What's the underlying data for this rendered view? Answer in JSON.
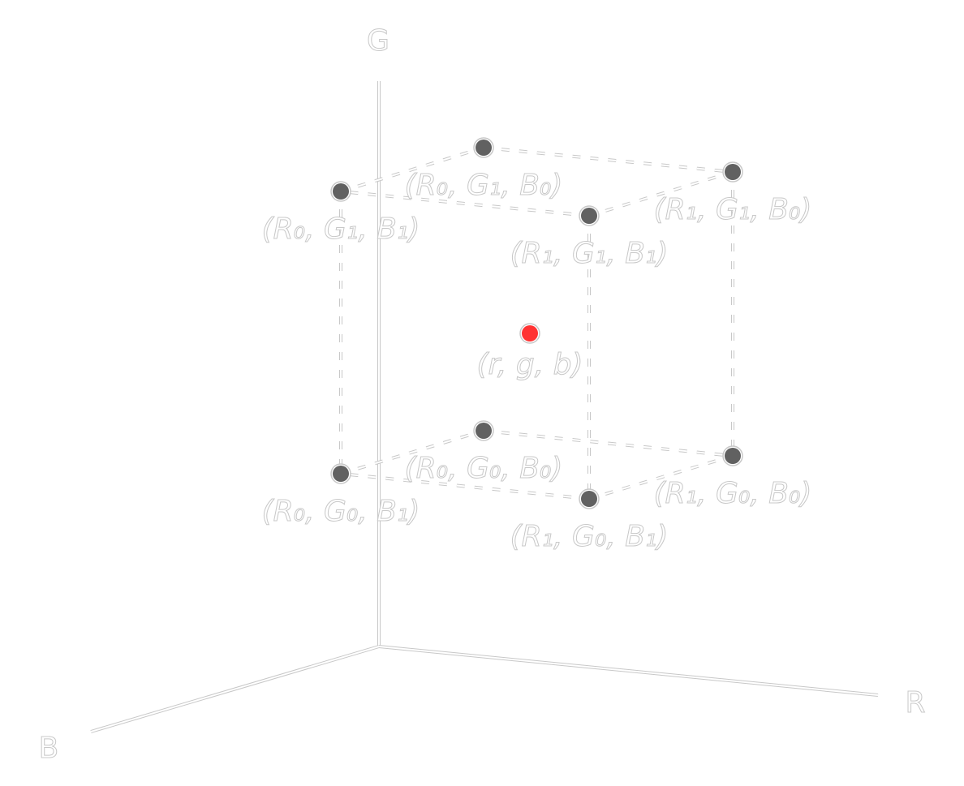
{
  "axes": {
    "g_label": "G",
    "r_label": "R",
    "b_label": "B"
  },
  "corners": [
    {
      "id": "R0G1B1",
      "label": "(R₀, G₁, B₁)"
    },
    {
      "id": "R0G1B0",
      "label": "(R₀, G₁, B₀)"
    },
    {
      "id": "R1G1B0",
      "label": "(R₁, G₁, B₀)"
    },
    {
      "id": "R1G1B1",
      "label": "(R₁, G₁, B₁)"
    },
    {
      "id": "R0G0B1",
      "label": "(R₀, G₀, B₁)"
    },
    {
      "id": "R0G0B0",
      "label": "(R₀, G₀, B₀)"
    },
    {
      "id": "R1G0B0",
      "label": "(R₁, G₀, B₀)"
    },
    {
      "id": "R1G0B1",
      "label": "(R₁, G₀, B₁)"
    }
  ],
  "sample": {
    "label": "(r, g, b)"
  },
  "colors": {
    "corner": "#616161",
    "sample": "#ff3333",
    "outline": "#c8c8c8"
  }
}
